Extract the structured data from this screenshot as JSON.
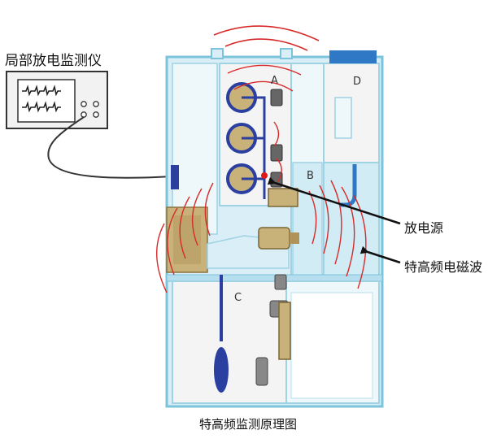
{
  "labels": {
    "instrument": "局部放电监测仪",
    "discharge_source": "放电源",
    "uhf_wave": "特高频电磁波",
    "caption": "特高频监测原理图"
  },
  "compartments": {
    "a": "A",
    "b": "B",
    "c": "C",
    "d": "D"
  },
  "colors": {
    "cabinet_fill": "#d9eef6",
    "cabinet_stroke": "#7cc3dc",
    "compartment_fill": "#f4f4f4",
    "wave": "#d82a2a",
    "busbar": "#2a3fa0",
    "sensor": "#2c3e9e",
    "component": "#c9b27a",
    "pointer": "#111111"
  }
}
